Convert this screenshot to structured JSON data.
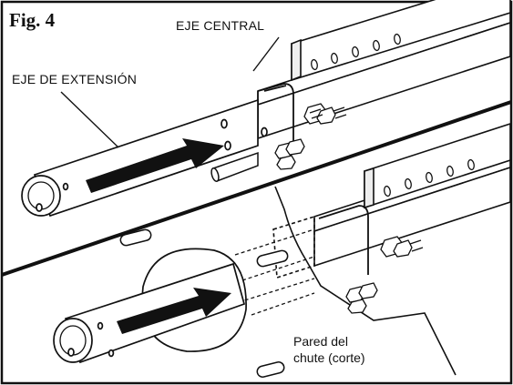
{
  "figure": {
    "number": "Fig. 4",
    "labels": {
      "central_shaft": "EJE CENTRAL",
      "extension_shaft": "EJE DE EXTENSIÓN",
      "chute_wall_line1": "Pared del",
      "chute_wall_line2": "chute (corte)"
    }
  },
  "colors": {
    "ink": "#111111",
    "background": "#ffffff",
    "frame": "#111111"
  }
}
